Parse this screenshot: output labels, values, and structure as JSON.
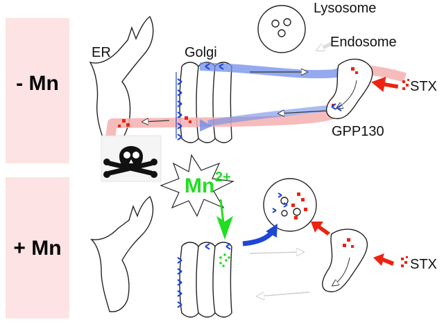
{
  "labels": {
    "lysosome": "Lysosome",
    "endosome": "Endosome",
    "er": "ER",
    "golgi": "Golgi",
    "stx_top": "STX",
    "stx_bottom": "STX",
    "gpp130": "GPP130",
    "mn_ion": "Mn",
    "mn_charge": "2+"
  },
  "panels": {
    "minus_mn": "- Mn",
    "plus_mn": "+ Mn"
  },
  "colors": {
    "panel_bg": "#fde3e3",
    "pink_flow": "#f4b0b0",
    "blue_flow": "#6f8ee8",
    "gpp130_blue": "#1f47d6",
    "stx_red": "#ee2211",
    "mn_green": "#22dd22",
    "light_arrow": "#dddddd"
  },
  "icons": {
    "toxicity": "skull-crossbones-icon",
    "manganese": "starburst-icon"
  }
}
